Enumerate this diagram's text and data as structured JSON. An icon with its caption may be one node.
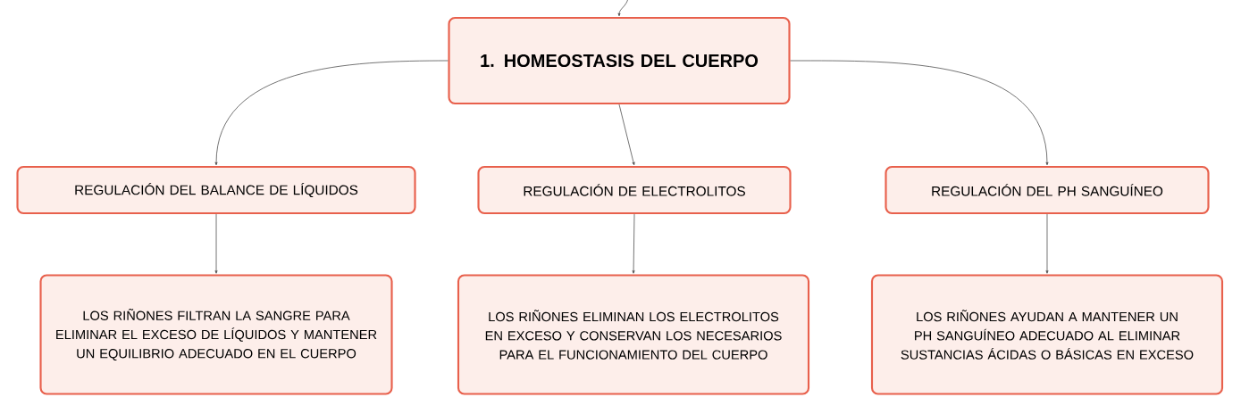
{
  "diagram": {
    "nodes": [
      {
        "text": [
          "1. HOMEOSTASIS DEL CUERPO"
        ]
      },
      {
        "text": [
          "REGULACIÓN DEL BALANCE DE LÍQUIDOS"
        ]
      },
      {
        "text": [
          "REGULACIÓN DE ELECTROLITOS"
        ]
      },
      {
        "text": [
          "REGULACIÓN DEL PH SANGUÍNEO"
        ]
      },
      {
        "text": [
          "LOS RIÑONES FILTRAN LA SANGRE PARA ELIMINAR EL EXCESO DE LÍQUIDOS Y MANTENER UN EQUILIBRIO ADECUADO EN EL CUERPO"
        ]
      },
      {
        "text": [
          "LOS RIÑONES ELIMINAN LOS ELECTROLITOS EN EXCESO Y CONSERVAN LOS NECESARIOS PARA EL FUNCIONAMIENTO DEL CUERPO"
        ]
      },
      {
        "text": [
          "LOS RIÑONES AYUDAN A MANTENER UN PH SANGUÍNEO ADECUADO AL ELIMINAR SUSTANCIAS ÁCIDAS O BÁSICAS EN EXCESO"
        ]
      }
    ],
    "edges": [
      {
        "from": null,
        "to": 0,
        "arrow": "to"
      },
      {
        "from": 0,
        "to": 1,
        "arrow": "to"
      },
      {
        "from": 0,
        "to": 2,
        "arrow": "to"
      },
      {
        "from": 0,
        "to": 3,
        "arrow": "to"
      },
      {
        "from": 1,
        "to": 4,
        "arrow": "to"
      },
      {
        "from": 2,
        "to": 5,
        "arrow": "to"
      },
      {
        "from": 3,
        "to": 6,
        "arrow": "to"
      }
    ]
  }
}
